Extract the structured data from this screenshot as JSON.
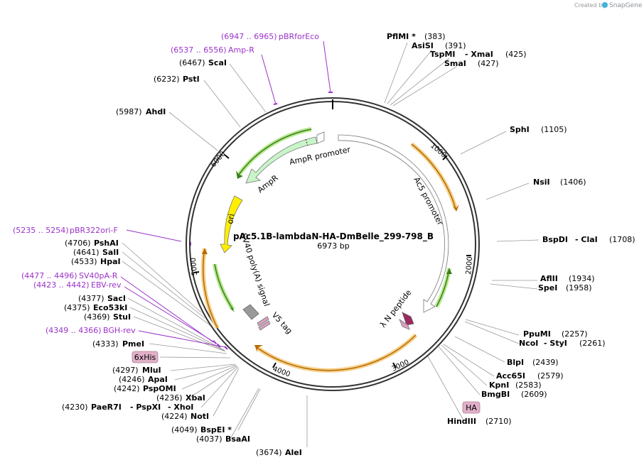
{
  "header": {
    "created_by": "Created by",
    "brand": "SnapGene"
  },
  "plasmid": {
    "name": "pAc5.1B-lambdaN-HA-DmBelle_299-798_B",
    "size": "6973 bp"
  },
  "ticks": [
    "1000",
    "2000",
    "3000",
    "4000",
    "5000",
    "6000"
  ],
  "features": {
    "ampr_promoter": "AmpR promoter",
    "ampr": "AmpR",
    "ori": "ori",
    "ac5_promoter": "Ac5 promoter",
    "sv40": "SV40 poly(A) signal",
    "v5": "V5 tag",
    "lambda_n": "λ N peptide",
    "six_his": "6xHis",
    "ha": "HA"
  },
  "primers": {
    "pbrforeco": {
      "range": "(6947 .. 6965)",
      "name": "pBRforEco"
    },
    "ampr": {
      "range": "(6537 .. 6556)",
      "name": "Amp-R"
    },
    "pbr322ori": {
      "range": "(5235 .. 5254)",
      "name": "pBR322ori-F"
    },
    "sv40pa": {
      "range": "(4477 .. 4496)",
      "name": "SV40pA-R"
    },
    "ebv": {
      "range": "(4423 .. 4442)",
      "name": "EBV-rev"
    },
    "bgh": {
      "range": "(4349 .. 4366)",
      "name": "BGH-rev"
    }
  },
  "sites": {
    "pflmi": {
      "name": "PflMI *",
      "pos": "(383)"
    },
    "asisi": {
      "name": "AsiSI",
      "pos": "(391)"
    },
    "tspmi": {
      "name": "TspMI",
      "sep": "- XmaI",
      "pos": "(425)"
    },
    "smai": {
      "name": "SmaI",
      "pos": "(427)"
    },
    "sphi": {
      "name": "SphI",
      "pos": "(1105)"
    },
    "nsii": {
      "name": "NsiI",
      "pos": "(1406)"
    },
    "bspdi": {
      "name": "BspDI",
      "sep": "- ClaI",
      "pos": "(1708)"
    },
    "aflii": {
      "name": "AflII",
      "pos": "(1934)"
    },
    "spei": {
      "name": "SpeI",
      "pos": "(1958)"
    },
    "ppumi": {
      "name": "PpuMI",
      "pos": "(2257)"
    },
    "ncoi": {
      "name": "NcoI",
      "sep": "- StyI",
      "pos": "(2261)"
    },
    "blpi": {
      "name": "BlpI",
      "pos": "(2439)"
    },
    "acc65i": {
      "name": "Acc65I",
      "pos": "(2579)"
    },
    "kpni": {
      "name": "KpnI",
      "pos": "(2583)"
    },
    "bmgbi": {
      "name": "BmgBI",
      "pos": "(2609)"
    },
    "hindiii": {
      "name": "HindIII",
      "pos": "(2710)"
    },
    "alei": {
      "name": "AleI",
      "pos": "(3674)"
    },
    "bsaai": {
      "name": "BsaAI",
      "pos": "(4037)"
    },
    "bspei": {
      "name": "BspEI *",
      "pos": "(4049)"
    },
    "noti": {
      "name": "NotI",
      "pos": "(4224)"
    },
    "paer7i": {
      "name": "PaeR7I",
      "sep1": "- PspXI",
      "sep2": "- XhoI",
      "pos": "(4230)"
    },
    "xbai": {
      "name": "XbaI",
      "pos": "(4236)"
    },
    "pspomi": {
      "name": "PspOMI",
      "pos": "(4242)"
    },
    "apai": {
      "name": "ApaI",
      "pos": "(4246)"
    },
    "mlui": {
      "name": "MluI",
      "pos": "(4297)"
    },
    "pmei": {
      "name": "PmeI",
      "pos": "(4333)"
    },
    "stui": {
      "name": "StuI",
      "pos": "(4369)"
    },
    "eco53ki": {
      "name": "Eco53kI",
      "pos": "(4375)"
    },
    "saci": {
      "name": "SacI",
      "pos": "(4377)"
    },
    "hpai": {
      "name": "HpaI",
      "pos": "(4533)"
    },
    "sali": {
      "name": "SalI",
      "pos": "(4641)"
    },
    "pshai": {
      "name": "PshAI",
      "pos": "(4706)"
    },
    "ahdi": {
      "name": "AhdI",
      "pos": "(5987)"
    },
    "psti": {
      "name": "PstI",
      "pos": "(6232)"
    },
    "scai": {
      "name": "ScaI",
      "pos": "(6467)"
    }
  },
  "colors": {
    "backbone": "#333333",
    "primer": "#9b32c8",
    "cds_orange": "#f5a623",
    "cds_green": "#b6e88c",
    "promoter": "#ffffff",
    "ampr": "#c8f5c8",
    "ori": "#ffee00",
    "polya": "#999999",
    "v5": "#d9a0c0",
    "lambda": "#9c2a5c",
    "tag_box": "#e0b0c8"
  }
}
